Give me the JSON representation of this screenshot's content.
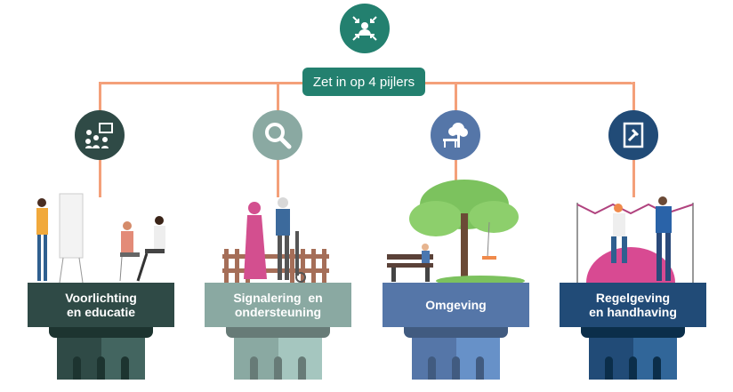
{
  "header": {
    "icon": "focus-person-icon",
    "label": "Zet in op 4 pijlers"
  },
  "pillars": [
    {
      "title_line1": "Voorlichting",
      "title_line2": "en educatie",
      "icon": "presentation-group-icon",
      "color": "#2f4a46"
    },
    {
      "title_line1": "Signalering  en",
      "title_line2": "ondersteuning",
      "icon": "magnifier-icon",
      "color": "#8aa9a2"
    },
    {
      "title_line1": "Omgeving",
      "title_line2": "",
      "icon": "tree-bench-icon",
      "color": "#5576a8"
    },
    {
      "title_line1": "Regelgeving",
      "title_line2": "en handhaving",
      "icon": "law-book-gavel-icon",
      "color": "#214b77"
    }
  ],
  "colors": {
    "connector": "#f4a07a",
    "accent": "#23806f"
  }
}
